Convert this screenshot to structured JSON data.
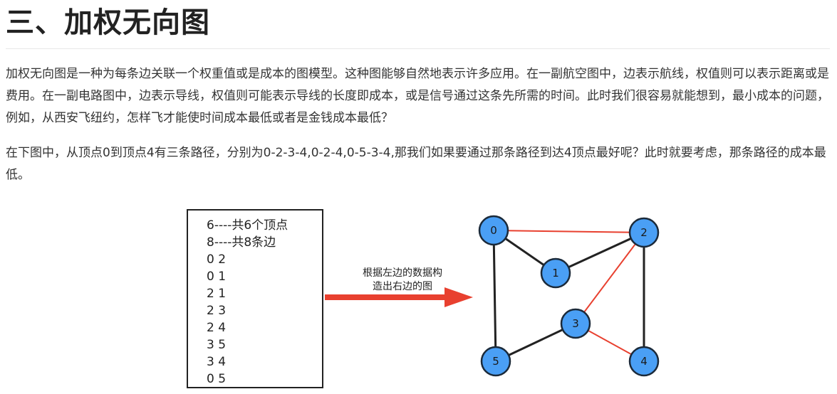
{
  "heading": "三、加权无向图",
  "paragraphs": [
    "加权无向图是一种为每条边关联一个权重值或是成本的图模型。这种图能够自然地表示许多应用。在一副航空图中，边表示航线，权值则可以表示距离或是费用。在一副电路图中，边表示导线，权值则可能表示导线的长度即成本，或是信号通过这条先所需的时间。此时我们很容易就能想到，最小成本的问题，例如，从西安飞纽约，怎样飞才能使时间成本最低或者是金钱成本最低？",
    "在下图中，从顶点0到顶点4有三条路径，分别为0-2-3-4,0-2-4,0-5-3-4,那我们如果要通过那条路径到达4顶点最好呢？此时就要考虑，那条路径的成本最低。"
  ],
  "code_lines": [
    "6----共6个顶点",
    "8----共8条边",
    "0 2",
    "0 1",
    "2 1",
    "2 3",
    "2 4",
    "3 5",
    "3 4",
    "0 5"
  ],
  "arrow_caption": [
    "根据左边的数据构",
    "造出右边的图"
  ],
  "graph": {
    "nodes": [
      "0",
      "1",
      "2",
      "3",
      "4",
      "5"
    ],
    "edges": [
      {
        "from": "0",
        "to": "2",
        "color": "#e8402f"
      },
      {
        "from": "0",
        "to": "1",
        "color": "#222222"
      },
      {
        "from": "2",
        "to": "1",
        "color": "#222222"
      },
      {
        "from": "2",
        "to": "3",
        "color": "#e8402f"
      },
      {
        "from": "2",
        "to": "4",
        "color": "#222222"
      },
      {
        "from": "3",
        "to": "5",
        "color": "#222222"
      },
      {
        "from": "3",
        "to": "4",
        "color": "#e8402f"
      },
      {
        "from": "0",
        "to": "5",
        "color": "#222222"
      }
    ],
    "node_fill": "#4a9ff5",
    "node_stroke": "#1b2a3a",
    "arrow_color": "#e8402f"
  }
}
